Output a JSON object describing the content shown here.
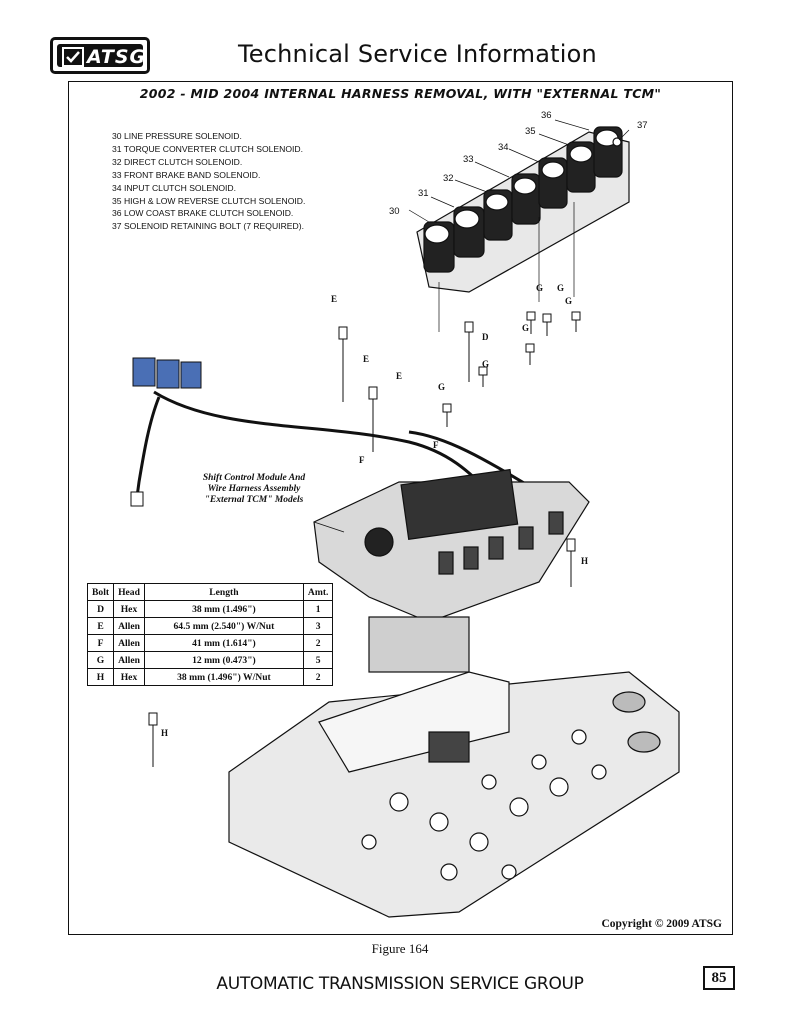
{
  "header": {
    "logo_text": "ATSG",
    "title": "Technical Service Information"
  },
  "figure": {
    "title": "2002 - MID 2004  INTERNAL HARNESS REMOVAL,  WITH \"EXTERNAL TCM\"",
    "legend": [
      "30  LINE PRESSURE SOLENOID.",
      "31  TORQUE CONVERTER CLUTCH SOLENOID.",
      "32  DIRECT CLUTCH SOLENOID.",
      "33  FRONT BRAKE BAND SOLENOID.",
      "34  INPUT CLUTCH SOLENOID.",
      "35  HIGH & LOW REVERSE CLUTCH SOLENOID.",
      "36  LOW COAST BRAKE CLUTCH SOLENOID.",
      "37  SOLENOID RETAINING BOLT  (7 REQUIRED)."
    ],
    "callout_lines": [
      "Shift Control Module And",
      "Wire Harness Assembly",
      "\"External TCM\" Models"
    ],
    "part_numbers": [
      "30",
      "31",
      "32",
      "33",
      "34",
      "35",
      "36",
      "37"
    ],
    "bolt_letters": [
      "E",
      "E",
      "E",
      "D",
      "G",
      "G",
      "G",
      "G",
      "G",
      "G",
      "F",
      "F",
      "H",
      "H"
    ],
    "copyright": "Copyright © 2009 ATSG",
    "label": "Figure 164"
  },
  "bolt_table": {
    "headers": [
      "Bolt",
      "Head",
      "Length",
      "Amt."
    ],
    "rows": [
      [
        "D",
        "Hex",
        "38 mm (1.496\")",
        "1"
      ],
      [
        "E",
        "Allen",
        "64.5 mm (2.540\")  W/Nut",
        "3"
      ],
      [
        "F",
        "Allen",
        "41 mm (1.614\")",
        "2"
      ],
      [
        "G",
        "Allen",
        "12 mm (0.473\")",
        "5"
      ],
      [
        "H",
        "Hex",
        "38 mm (1.496\")  W/Nut",
        "2"
      ]
    ]
  },
  "footer": {
    "text": "AUTOMATIC TRANSMISSION SERVICE GROUP",
    "page_number": "85"
  },
  "colors": {
    "connector_blue": "#4a6fb5",
    "ink": "#111111"
  }
}
